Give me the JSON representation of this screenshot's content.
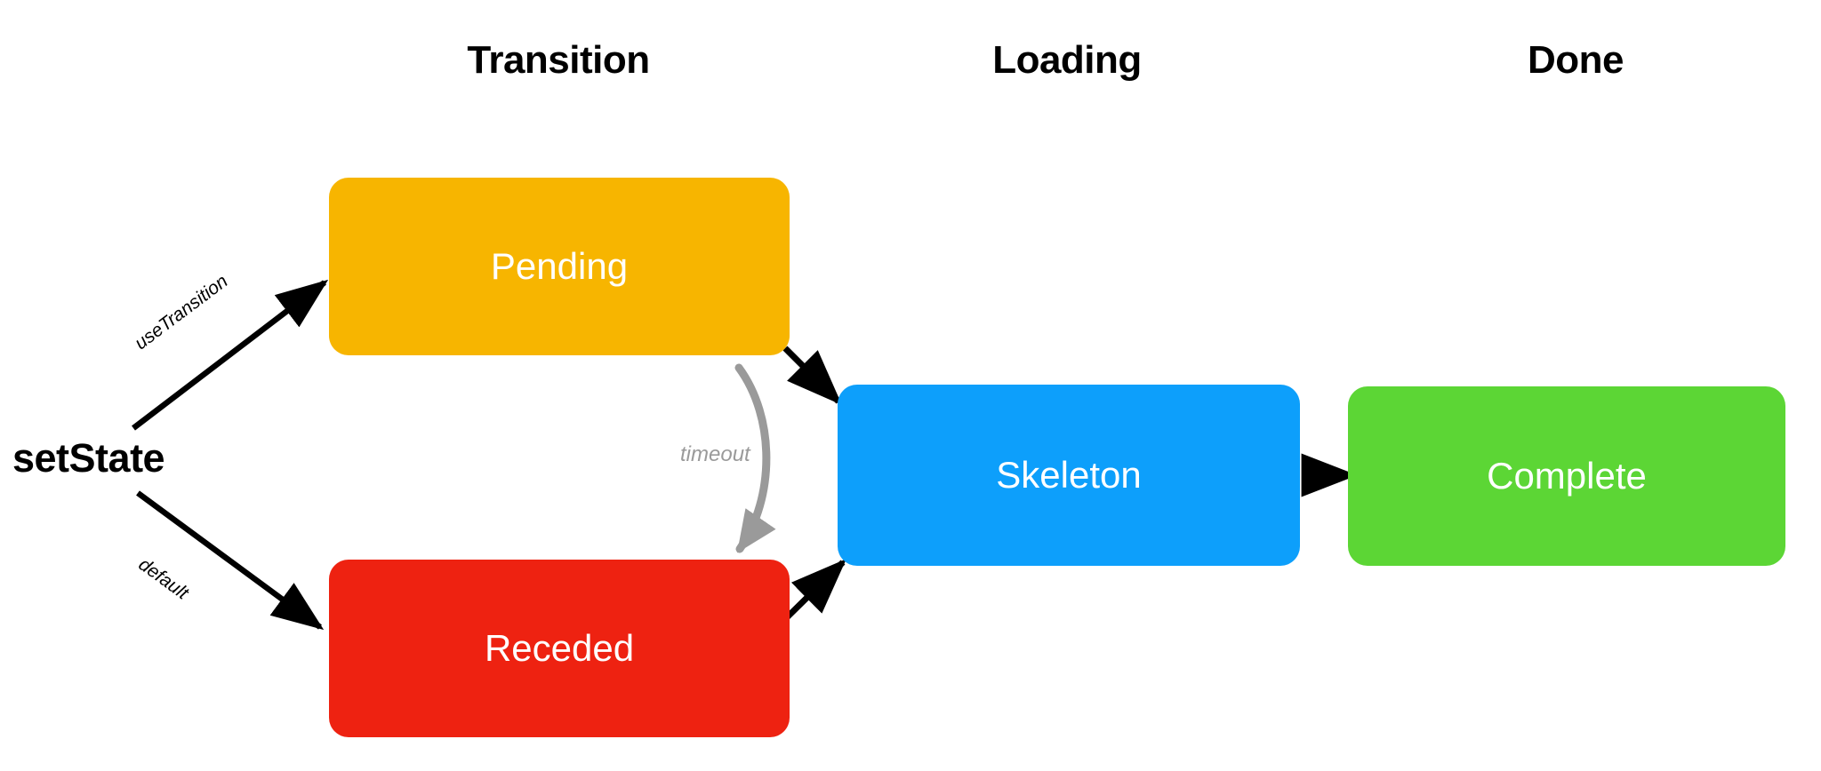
{
  "diagram": {
    "title_columns": [
      {
        "id": "transition",
        "label": "Transition"
      },
      {
        "id": "loading",
        "label": "Loading"
      },
      {
        "id": "done",
        "label": "Done"
      }
    ],
    "source": {
      "label": "setState"
    },
    "nodes": [
      {
        "id": "pending",
        "label": "Pending",
        "color": "#f7b500",
        "column": "Transition"
      },
      {
        "id": "receded",
        "label": "Receded",
        "color": "#ee2211",
        "column": "Transition"
      },
      {
        "id": "skeleton",
        "label": "Skeleton",
        "color": "#0d9ffb",
        "column": "Loading"
      },
      {
        "id": "complete",
        "label": "Complete",
        "color": "#5cd635",
        "column": "Done"
      }
    ],
    "edges": [
      {
        "id": "setstate-to-pending",
        "from": "setState",
        "to": "Pending",
        "label": "useTransition",
        "color": "#000000",
        "style": "straight"
      },
      {
        "id": "setstate-to-receded",
        "from": "setState",
        "to": "Receded",
        "label": "default",
        "color": "#000000",
        "style": "straight"
      },
      {
        "id": "pending-to-skeleton",
        "from": "Pending",
        "to": "Skeleton",
        "label": "",
        "color": "#000000",
        "style": "straight"
      },
      {
        "id": "receded-to-skeleton",
        "from": "Receded",
        "to": "Skeleton",
        "label": "",
        "color": "#000000",
        "style": "straight"
      },
      {
        "id": "skeleton-to-complete",
        "from": "Skeleton",
        "to": "Complete",
        "label": "",
        "color": "#000000",
        "style": "straight"
      },
      {
        "id": "pending-to-receded",
        "from": "Pending",
        "to": "Receded",
        "label": "timeout",
        "color": "#9a9a9a",
        "style": "curved"
      }
    ]
  }
}
